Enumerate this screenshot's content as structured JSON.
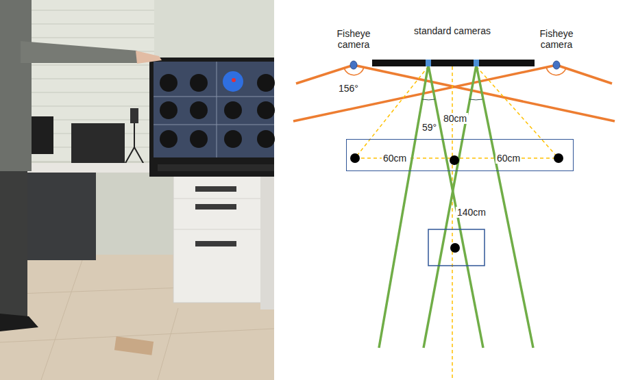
{
  "diagram": {
    "nodes": [
      {
        "text": [
          "60cm",
          "60cm"
        ]
      }
    ],
    "labels": [
      "Fisheye camera",
      "standard cameras",
      "Fisheye camera",
      "156°",
      "59°",
      "80cm",
      "140cm"
    ]
  }
}
